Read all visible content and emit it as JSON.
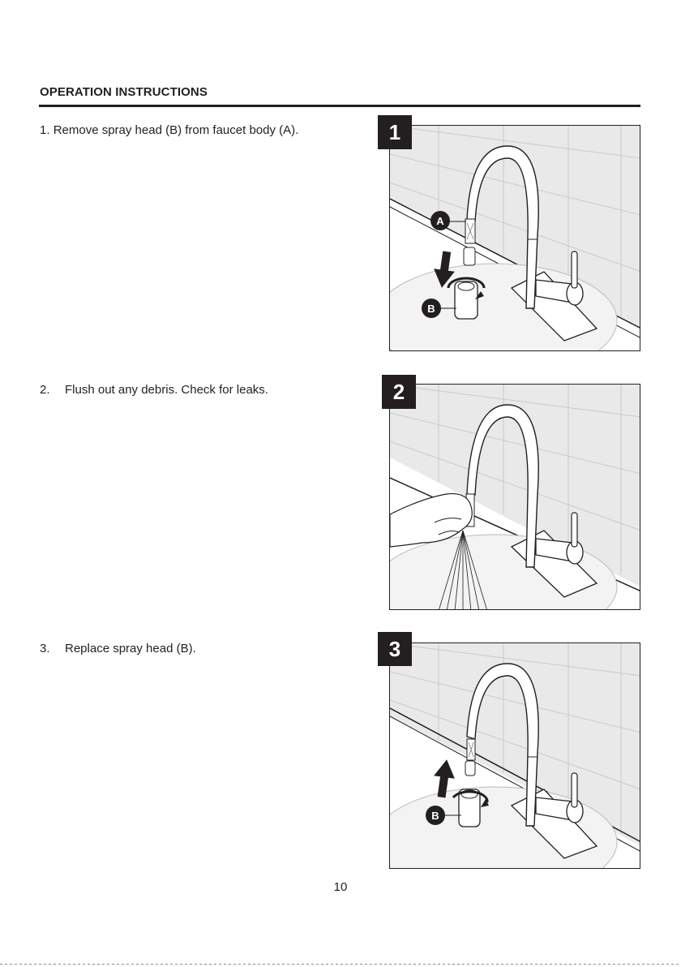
{
  "heading": "OPERATION INSTRUCTIONS",
  "steps": [
    {
      "number": "1.",
      "text": "Remove spray head (B) from faucet body (A)."
    },
    {
      "number": "2.",
      "text": "Flush out any debris. Check for leaks."
    },
    {
      "number": "3.",
      "text": "Replace spray head (B)."
    }
  ],
  "figures": [
    {
      "badge": "1",
      "callouts": [
        "A",
        "B"
      ]
    },
    {
      "badge": "2",
      "callouts": []
    },
    {
      "badge": "3",
      "callouts": [
        "B"
      ]
    }
  ],
  "page_number": "10"
}
